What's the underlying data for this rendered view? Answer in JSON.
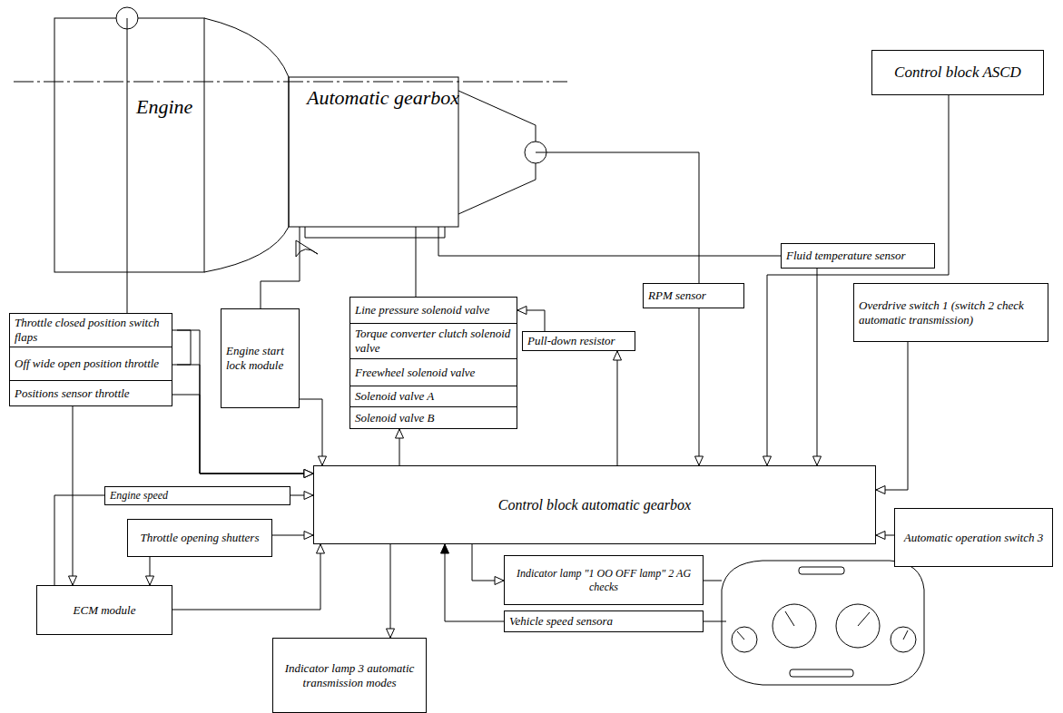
{
  "diagram": {
    "nodes": [
      {
        "text": [
          "Engine"
        ]
      },
      {
        "text": [
          "Automatic gearbox"
        ]
      },
      {
        "text": [
          "Control block ASCD"
        ]
      },
      {
        "text": [
          "Fluid temperature sensor"
        ]
      },
      {
        "text": [
          "RPM sensor"
        ]
      },
      {
        "text": [
          "Line pressure solenoid valve"
        ]
      },
      {
        "text": [
          "Torque converter clutch solenoid valve"
        ]
      },
      {
        "text": [
          "Freewheel solenoid valve"
        ]
      },
      {
        "text": [
          "Solenoid valve A"
        ]
      },
      {
        "text": [
          "Solenoid valve B"
        ]
      },
      {
        "text": [
          "Pull-down resistor"
        ]
      },
      {
        "text": [
          "Engine start lock module"
        ]
      },
      {
        "text": [
          "Throttle closed position switch flaps"
        ]
      },
      {
        "text": [
          "Off wide open position throttle"
        ]
      },
      {
        "text": [
          "Positions sensor throttle"
        ]
      },
      {
        "text": [
          "Overdrive switch 1 (switch 2 check automatic transmission)"
        ]
      },
      {
        "text": [
          "Engine speed"
        ]
      },
      {
        "text": [
          "Control block automatic gearbox"
        ]
      },
      {
        "text": [
          "Automatic operation switch 3"
        ]
      },
      {
        "text": [
          "Throttle opening shutters"
        ]
      },
      {
        "text": [
          "Indicator lamp \"1 OO OFF lamp\" 2 AG checks"
        ]
      },
      {
        "text": [
          "ECM module"
        ]
      },
      {
        "text": [
          "Vehicle speed sensora"
        ]
      },
      {
        "text": [
          "Indicator lamp 3 automatic transmission modes"
        ]
      }
    ],
    "edges": [
      {
        "from": 0,
        "to": 12,
        "arrow": "none"
      },
      {
        "from": 1,
        "to": 4,
        "arrow": "none"
      },
      {
        "from": 4,
        "to": 17,
        "arrow": "to"
      },
      {
        "from": 1,
        "to": 3,
        "arrow": "none"
      },
      {
        "from": 3,
        "to": 17,
        "arrow": "to"
      },
      {
        "from": 1,
        "to": 5,
        "arrow": "none"
      },
      {
        "from": 17,
        "to": 9,
        "arrow": "to"
      },
      {
        "from": 17,
        "to": 10,
        "arrow": "to"
      },
      {
        "from": 10,
        "to": 5,
        "arrow": "to"
      },
      {
        "from": 1,
        "to": 11,
        "arrow": "none"
      },
      {
        "from": 11,
        "to": 17,
        "arrow": "to"
      },
      {
        "from": 2,
        "to": 17,
        "arrow": "to"
      },
      {
        "from": 15,
        "to": 17,
        "arrow": "to"
      },
      {
        "from": 18,
        "to": 17,
        "arrow": "to"
      },
      {
        "from": 12,
        "to": 17,
        "arrow": "to"
      },
      {
        "from": 13,
        "to": 17,
        "arrow": "to"
      },
      {
        "from": 14,
        "to": 17,
        "arrow": "to"
      },
      {
        "from": 14,
        "to": 21,
        "arrow": "to"
      },
      {
        "from": 21,
        "to": 16,
        "arrow": "none"
      },
      {
        "from": 16,
        "to": 17,
        "arrow": "to"
      },
      {
        "from": 19,
        "to": 17,
        "arrow": "to"
      },
      {
        "from": 19,
        "to": 21,
        "arrow": "to"
      },
      {
        "from": 21,
        "to": 17,
        "arrow": "to"
      },
      {
        "from": 17,
        "to": 23,
        "arrow": "to"
      },
      {
        "from": 17,
        "to": 20,
        "arrow": "to"
      },
      {
        "from": 22,
        "to": 17,
        "arrow": "to"
      }
    ]
  }
}
